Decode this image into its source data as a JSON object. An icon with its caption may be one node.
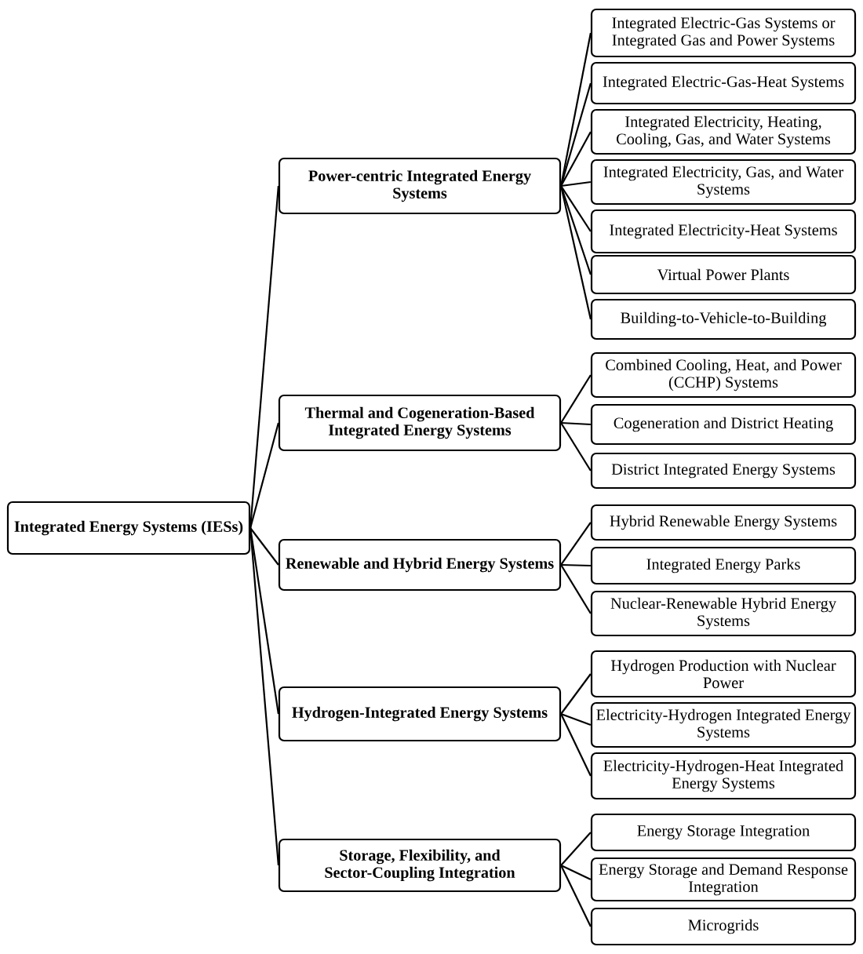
{
  "diagram": {
    "nodes": [
      {
        "text": [
          "Integrated Energy Systems (IESs)"
        ]
      },
      {
        "text": [
          "Power-centric Integrated Energy Systems"
        ]
      },
      {
        "text": [
          "Integrated Electric-Gas Systems or Integrated Gas and Power Systems"
        ]
      },
      {
        "text": [
          "Integrated Electric-Gas-Heat Systems"
        ]
      },
      {
        "text": [
          "Integrated Electricity, Heating, Cooling, Gas, and Water Systems"
        ]
      },
      {
        "text": [
          "Integrated Electricity, Gas, and Water Systems"
        ]
      },
      {
        "text": [
          "Integrated Electricity-Heat Systems"
        ]
      },
      {
        "text": [
          "Virtual Power Plants"
        ]
      },
      {
        "text": [
          "Building-to-Vehicle-to-Building"
        ]
      },
      {
        "text": [
          "Thermal and Cogeneration-Based Integrated Energy Systems"
        ]
      },
      {
        "text": [
          "Combined Cooling, Heat, and Power (CCHP) Systems"
        ]
      },
      {
        "text": [
          "Cogeneration and District Heating"
        ]
      },
      {
        "text": [
          "District Integrated Energy Systems"
        ]
      },
      {
        "text": [
          "Renewable and Hybrid Energy Systems"
        ]
      },
      {
        "text": [
          "Hybrid Renewable Energy Systems"
        ]
      },
      {
        "text": [
          "Integrated Energy Parks"
        ]
      },
      {
        "text": [
          "Nuclear-Renewable Hybrid Energy Systems"
        ]
      },
      {
        "text": [
          "Hydrogen-Integrated Energy Systems"
        ]
      },
      {
        "text": [
          "Hydrogen Production with Nuclear Power"
        ]
      },
      {
        "text": [
          "Electricity-Hydrogen Integrated Energy Systems"
        ]
      },
      {
        "text": [
          "Electricity-Hydrogen-Heat Integrated Energy Systems"
        ]
      },
      {
        "text": [
          "Storage, Flexibility, and Sector-Coupling Integration"
        ]
      },
      {
        "text": [
          "Energy Storage Integration"
        ]
      },
      {
        "text": [
          "Energy Storage and Demand Response Integration"
        ]
      },
      {
        "text": [
          "Microgrids"
        ]
      }
    ],
    "edges": [
      {
        "from": 0,
        "to": 1,
        "arrow": "none"
      },
      {
        "from": 0,
        "to": 9,
        "arrow": "none"
      },
      {
        "from": 0,
        "to": 13,
        "arrow": "none"
      },
      {
        "from": 0,
        "to": 17,
        "arrow": "none"
      },
      {
        "from": 0,
        "to": 21,
        "arrow": "none"
      },
      {
        "from": 1,
        "to": 2,
        "arrow": "none"
      },
      {
        "from": 1,
        "to": 3,
        "arrow": "none"
      },
      {
        "from": 1,
        "to": 4,
        "arrow": "none"
      },
      {
        "from": 1,
        "to": 5,
        "arrow": "none"
      },
      {
        "from": 1,
        "to": 6,
        "arrow": "none"
      },
      {
        "from": 1,
        "to": 7,
        "arrow": "none"
      },
      {
        "from": 1,
        "to": 8,
        "arrow": "none"
      },
      {
        "from": 9,
        "to": 10,
        "arrow": "none"
      },
      {
        "from": 9,
        "to": 11,
        "arrow": "none"
      },
      {
        "from": 9,
        "to": 12,
        "arrow": "none"
      },
      {
        "from": 13,
        "to": 14,
        "arrow": "none"
      },
      {
        "from": 13,
        "to": 15,
        "arrow": "none"
      },
      {
        "from": 13,
        "to": 16,
        "arrow": "none"
      },
      {
        "from": 17,
        "to": 18,
        "arrow": "none"
      },
      {
        "from": 17,
        "to": 19,
        "arrow": "none"
      },
      {
        "from": 17,
        "to": 20,
        "arrow": "none"
      },
      {
        "from": 21,
        "to": 22,
        "arrow": "none"
      },
      {
        "from": 21,
        "to": 23,
        "arrow": "none"
      },
      {
        "from": 21,
        "to": 24,
        "arrow": "none"
      }
    ]
  }
}
